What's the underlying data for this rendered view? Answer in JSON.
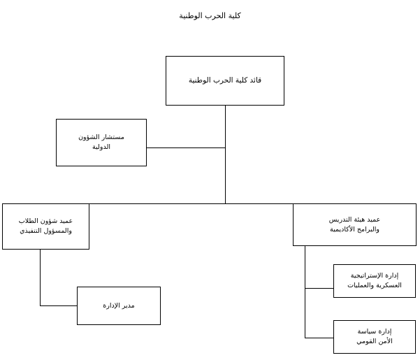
{
  "title": "كلية الحرب الوطنية",
  "chart_data": {
    "type": "diagram",
    "diagram_kind": "organizational-chart",
    "direction": "rtl",
    "language": "ar",
    "title": "كلية الحرب الوطنية",
    "nodes": [
      {
        "id": "commander",
        "label": "قائد كلية الحرب الوطنية",
        "level": 0,
        "parent": null
      },
      {
        "id": "advisor",
        "label": "مستشار الشؤون\nالدولية",
        "level": 1,
        "parent": "commander",
        "relation": "staff"
      },
      {
        "id": "dean_students",
        "label": "عميد شؤون الطلاب\nوالمسؤول التنفيذي",
        "level": 1,
        "parent": "commander"
      },
      {
        "id": "dean_faculty",
        "label": "عميد هيئة التدريس\nوالبرامج الأكاديمية",
        "level": 1,
        "parent": "commander"
      },
      {
        "id": "admin_director",
        "label": "مدير الإدارة",
        "level": 2,
        "parent": "dean_students"
      },
      {
        "id": "military_strategy",
        "label": "إدارة الإستراتيجية\nالعسكرية والعمليات",
        "level": 2,
        "parent": "dean_faculty"
      },
      {
        "id": "national_security",
        "label": "إدارة سياسة\nالأمن القومي",
        "level": 2,
        "parent": "dean_faculty"
      }
    ],
    "edges": [
      {
        "from": "commander",
        "to": "advisor"
      },
      {
        "from": "commander",
        "to": "dean_students"
      },
      {
        "from": "commander",
        "to": "dean_faculty"
      },
      {
        "from": "dean_students",
        "to": "admin_director"
      },
      {
        "from": "dean_faculty",
        "to": "military_strategy"
      },
      {
        "from": "dean_faculty",
        "to": "national_security"
      }
    ],
    "colors": {
      "background": "#ffffff",
      "box_border": "#000000",
      "box_fill": "#ffffff",
      "connector": "#000000",
      "text": "#000000"
    }
  }
}
